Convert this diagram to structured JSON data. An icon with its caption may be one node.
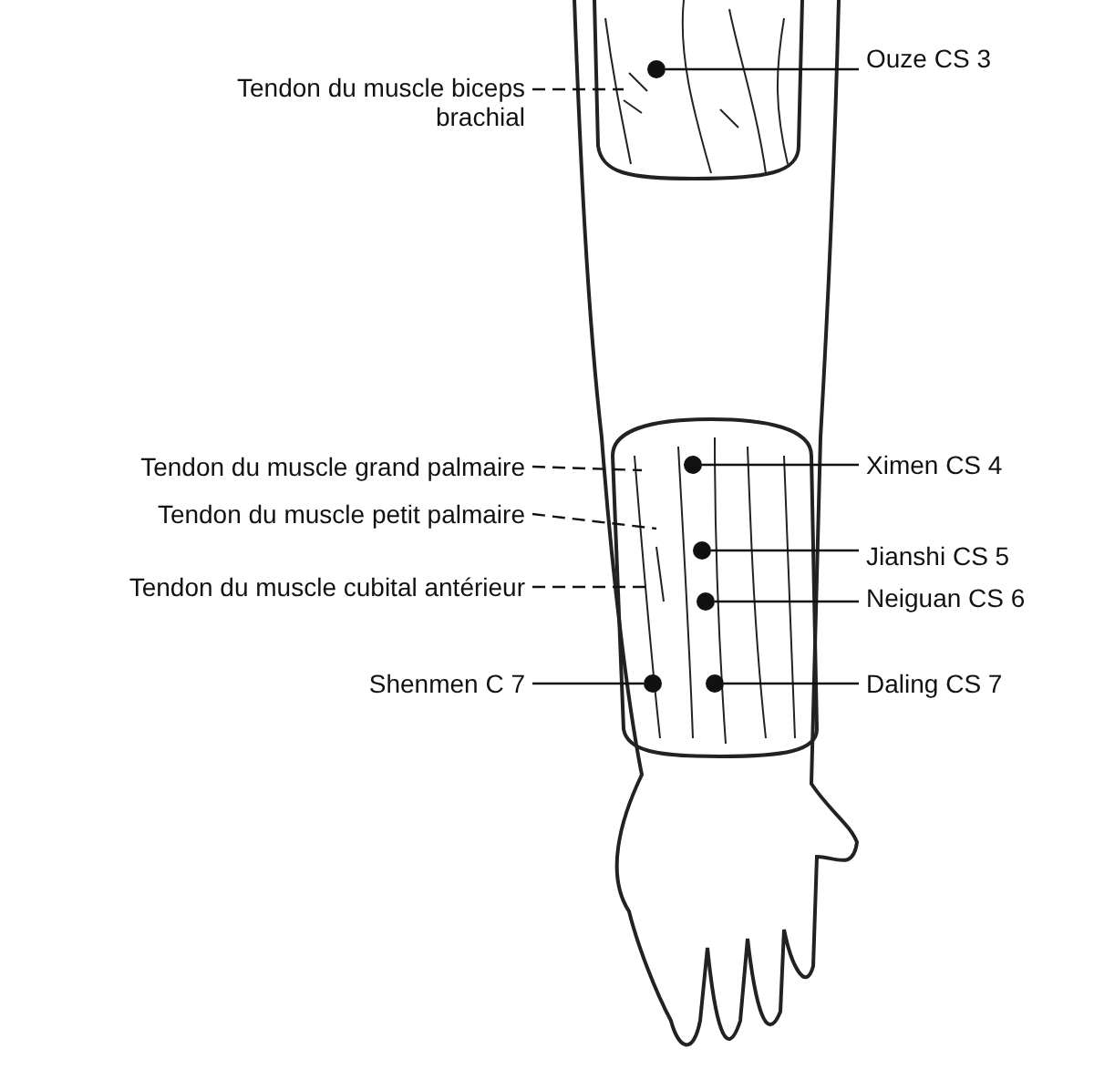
{
  "diagram": {
    "nodes": [
      {
        "text": [
          "Ouze CS 3"
        ]
      },
      {
        "text": [],
        "shape": "circle"
      },
      {
        "text": [
          "Tendon du muscle biceps brachial"
        ]
      },
      {
        "text": [
          "Ximen CS 4"
        ]
      },
      {
        "text": [],
        "shape": "circle"
      },
      {
        "text": [
          "Tendon du muscle grand palmaire"
        ]
      },
      {
        "text": [
          "Tendon du muscle petit palmaire"
        ]
      },
      {
        "text": [
          "Jianshi CS 5"
        ]
      },
      {
        "text": [],
        "shape": "circle"
      },
      {
        "text": [
          "Tendon du muscle cubital antérieur"
        ]
      },
      {
        "text": [
          "Neiguan CS 6"
        ]
      },
      {
        "text": [],
        "shape": "circle"
      },
      {
        "text": [
          "Shenmen C 7"
        ]
      },
      {
        "text": [],
        "shape": "circle"
      },
      {
        "text": [
          "Daling CS 7"
        ]
      },
      {
        "text": [],
        "shape": "circle"
      }
    ],
    "edges": [
      {
        "from": 0,
        "to": 1,
        "arrow": "none"
      },
      {
        "from": 2,
        "to": null,
        "arrow": "none",
        "style": "dashed"
      },
      {
        "from": 3,
        "to": 4,
        "arrow": "none"
      },
      {
        "from": 5,
        "to": null,
        "arrow": "none",
        "style": "dashed"
      },
      {
        "from": 6,
        "to": null,
        "arrow": "none",
        "style": "dashed"
      },
      {
        "from": 7,
        "to": 8,
        "arrow": "none"
      },
      {
        "from": 9,
        "to": null,
        "arrow": "none",
        "style": "dashed"
      },
      {
        "from": 10,
        "to": 11,
        "arrow": "none"
      },
      {
        "from": 12,
        "to": 13,
        "arrow": "none"
      },
      {
        "from": 14,
        "to": 15,
        "arrow": "none"
      }
    ]
  }
}
